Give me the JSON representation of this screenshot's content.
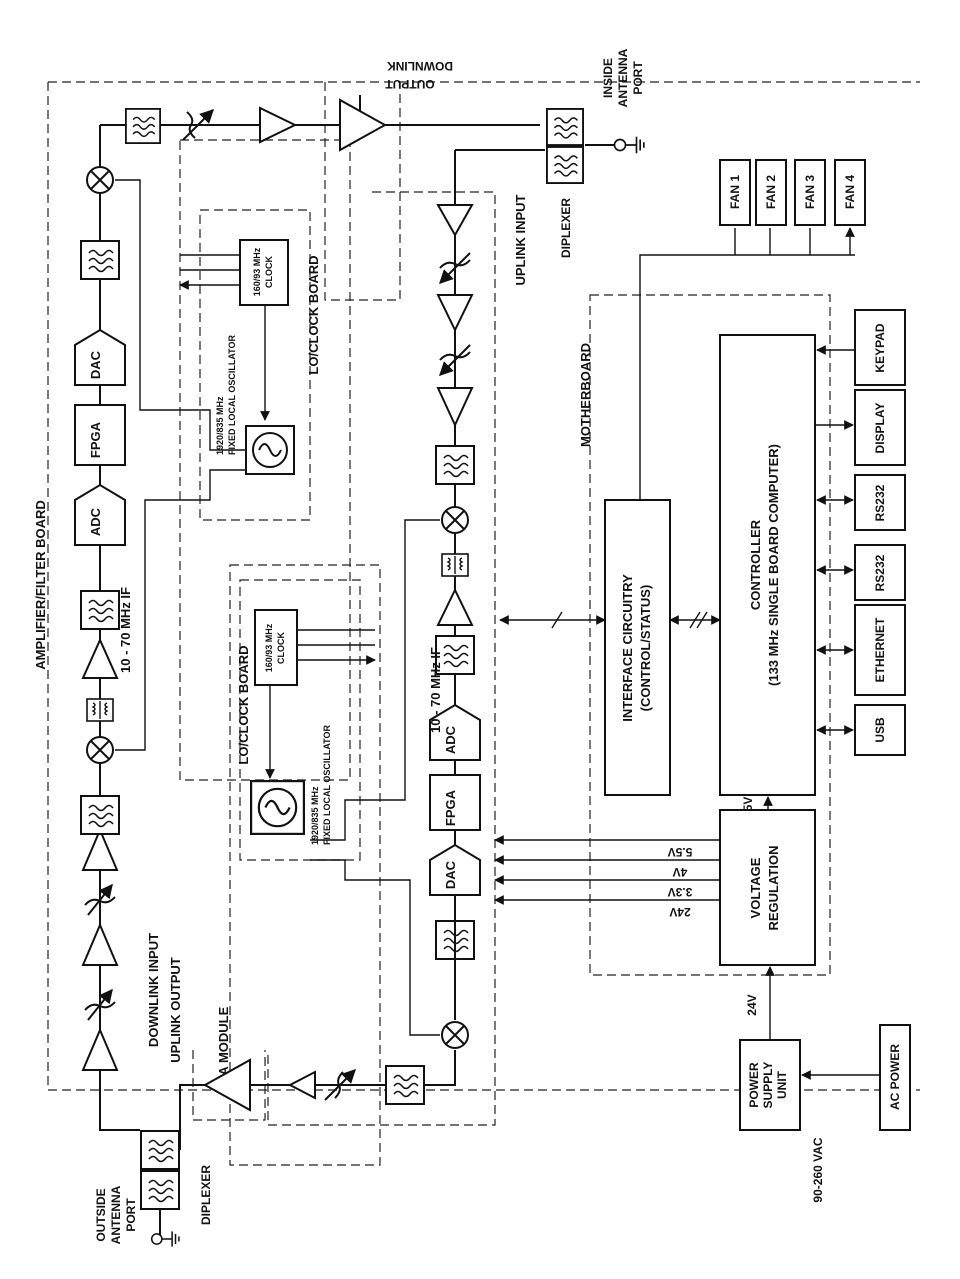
{
  "labels": {
    "amplifier_filter_board": "AMPLIFIER/FILTER BOARD",
    "downlink_input": "DOWNLINK INPUT",
    "uplink_output": "UPLINK OUTPUT",
    "pa_module": "PA MODULE",
    "outside_antenna_port": [
      "OUTSIDE",
      "ANTENNA",
      "PORT"
    ],
    "diplexer_bottom": "DIPLEXER",
    "diplexer_top": "DIPLEXER",
    "inside_antenna_port": [
      "INSIDE",
      "ANTENNA",
      "PORT"
    ],
    "downlink_output": [
      "DOWNLINK",
      "OUTPUT"
    ],
    "uplink_input": "UPLINK INPUT",
    "if_top": "10 - 70 MHz IF",
    "if_bottom": "10 - 70 MHz IF",
    "lo_clock_board_top": "LO/CLOCK BOARD",
    "lo_clock_board_bottom": "LO/CLOCK BOARD",
    "clock_top": [
      "160/93 MHz",
      "CLOCK"
    ],
    "clock_bottom": [
      "160/93 MHz",
      "CLOCK"
    ],
    "lo_top": [
      "1920/835 MHz",
      "FIXED LOCAL OSCILLATOR"
    ],
    "lo_bottom": [
      "1920/835 MHz",
      "FIXED LOCAL OSCILLATOR"
    ],
    "fpga": "FPGA",
    "dac": "DAC",
    "adc": "ADC",
    "motherboard": "MOTHERBOARD",
    "interface_circuitry": [
      "INTERFACE CIRCUITRY",
      "(CONTROL/STATUS)"
    ],
    "controller": [
      "CONTROLLER",
      "(133 MHz SINGLE BOARD COMPUTER)"
    ],
    "voltage_regulation": [
      "VOLTAGE",
      "REGULATION"
    ],
    "power_supply_unit": [
      "POWER",
      "SUPPLY",
      "UNIT"
    ],
    "ac_power": "AC POWER",
    "vac": "90-260 VAC",
    "v24_psu": "24V",
    "v5": "5V",
    "rails": [
      "5.5V",
      "4V",
      "3.3V",
      "24V"
    ],
    "fans": [
      "FAN 1",
      "FAN 2",
      "FAN 3",
      "FAN 4"
    ],
    "peripherals": [
      "KEYPAD",
      "DISPLAY",
      "RS232",
      "RS232",
      "ETHERNET",
      "USB"
    ]
  },
  "colors": {
    "ink": "#111111",
    "background": "#ffffff"
  }
}
